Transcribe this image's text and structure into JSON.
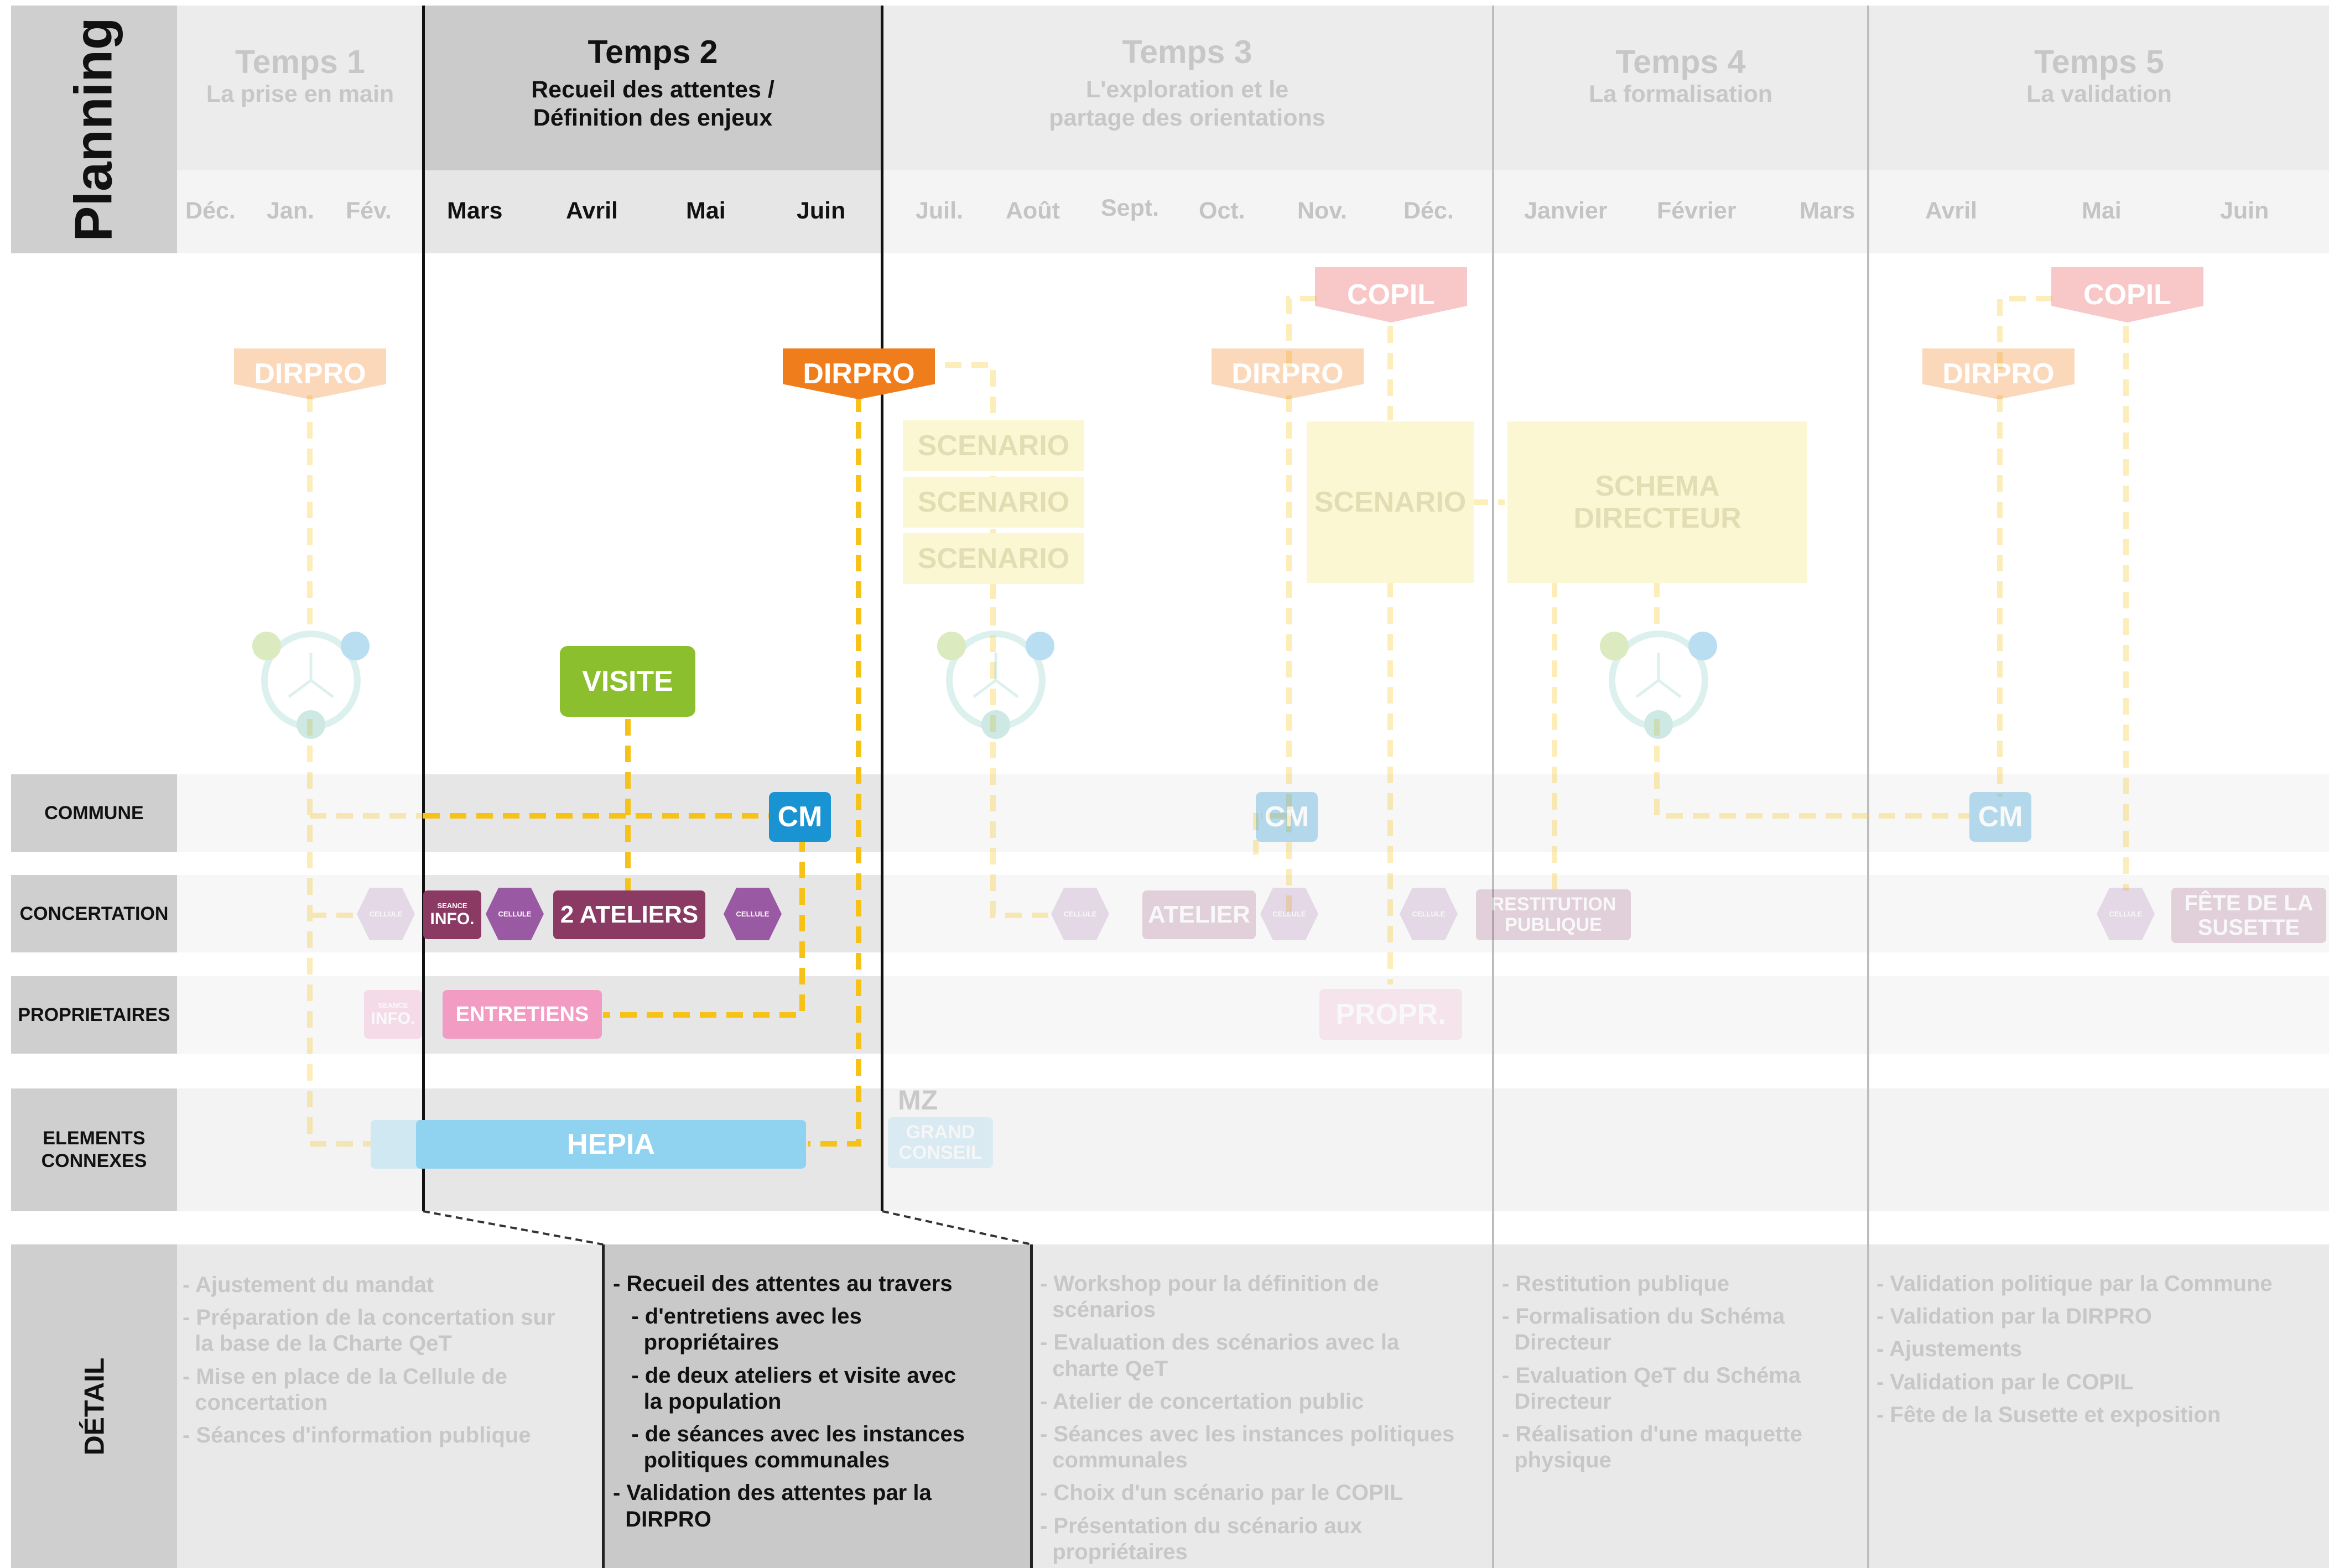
{
  "planning_label": "Planning",
  "detail_label": "DÉTAIL",
  "phases": [
    {
      "title": "Temps 1",
      "subtitle": "La prise en main"
    },
    {
      "title": "Temps 2",
      "subtitle": "Recueil des attentes /\nDéfinition des enjeux"
    },
    {
      "title": "Temps 3",
      "subtitle": "L'exploration et le\npartage des orientations"
    },
    {
      "title": "Temps 4",
      "subtitle": "La formalisation"
    },
    {
      "title": "Temps 5",
      "subtitle": "La validation"
    }
  ],
  "months": [
    "Déc.",
    "Jan.",
    "Fév.",
    "Mars",
    "Avril",
    "Mai",
    "Juin",
    "Juil.",
    "Août",
    "Sept.",
    "Oct.",
    "Nov.",
    "Déc.",
    "Janvier",
    "Février",
    "Mars",
    "Avril",
    "Mai",
    "Juin"
  ],
  "rows": {
    "commune": "COMMUNE",
    "concertation": "CONCERTATION",
    "proprietaires": "PROPRIETAIRES",
    "elements": "ELEMENTS\nCONNEXES"
  },
  "nodes": {
    "dirpro": "DIRPRO",
    "copil": "COPIL",
    "scenario": "SCENARIO",
    "schema": "SCHEMA\nDIRECTEUR",
    "visite": "VISITE",
    "cm": "CM",
    "cellule": "CELLULE",
    "seance_small": "SEANCE",
    "info": "INFO.",
    "ateliers": "2 ATELIERS",
    "atelier": "ATELIER",
    "restitution": "RESTITUTION\nPUBLIQUE",
    "fete": "FÊTE DE LA\nSUSETTE",
    "entretiens": "ENTRETIENS",
    "propr": "PROPR.",
    "hepia": "HEPIA",
    "mz": "MZ",
    "grand_conseil": "GRAND\nCONSEIL"
  },
  "details": [
    [
      "- Ajustement du mandat",
      "- Préparation de la concertation sur\n  la base de la Charte QeT",
      "- Mise en place de la Cellule de\n  concertation",
      "- Séances d'information publique"
    ],
    [
      "- Recueil des attentes au travers",
      "   - d'entretiens avec les\n     propriétaires",
      "   - de deux ateliers et visite avec\n     la population",
      "   - de séances avec les instances\n     politiques communales",
      "- Validation des attentes par la\n  DIRPRO"
    ],
    [
      "- Workshop pour la définition de\n  scénarios",
      "- Evaluation des scénarios avec la\n  charte QeT",
      "- Atelier de concertation public",
      "- Séances avec les instances politiques\n  communales",
      "- Choix d'un scénario par le COPIL",
      "- Présentation du scénario aux\n  propriétaires"
    ],
    [
      "- Restitution publique",
      "- Formalisation du Schéma\n  Directeur",
      "- Evaluation QeT du Schéma\n  Directeur",
      "- Réalisation d'une maquette\n  physique"
    ],
    [
      "- Validation politique par la Commune",
      "- Validation par la DIRPRO",
      "- Ajustements",
      "- Validation par le COPIL",
      "- Fête de la Susette et exposition"
    ]
  ],
  "colors": {
    "dirpro": "#f07d1b",
    "copil": "#f08383",
    "visite": "#8bbf2e",
    "cm": "#1a93d2",
    "concertation": "#8b3a64",
    "cellule": "#9a5aa3",
    "entretiens": "#f29bc3",
    "hepia": "#8fd3f1",
    "dashed_line": "#f6c218",
    "scenario": "#fcf7d3",
    "active_header": "#cbcbcb"
  }
}
